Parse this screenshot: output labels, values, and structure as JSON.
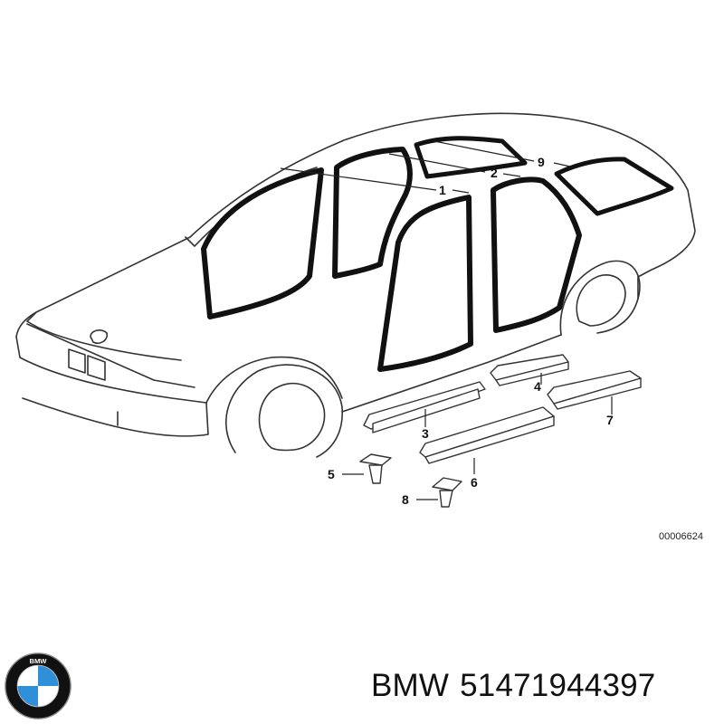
{
  "diagram": {
    "callouts": [
      "1",
      "2",
      "3",
      "4",
      "5",
      "6",
      "7",
      "8",
      "9"
    ],
    "drawing_code": "00006624"
  },
  "caption": {
    "brand": "BMW",
    "part_number": "51471944397"
  },
  "logo": {
    "name": "bmw-roundel",
    "colors": {
      "ring": "#111111",
      "blue": "#2f8fd8",
      "white": "#ffffff"
    }
  }
}
